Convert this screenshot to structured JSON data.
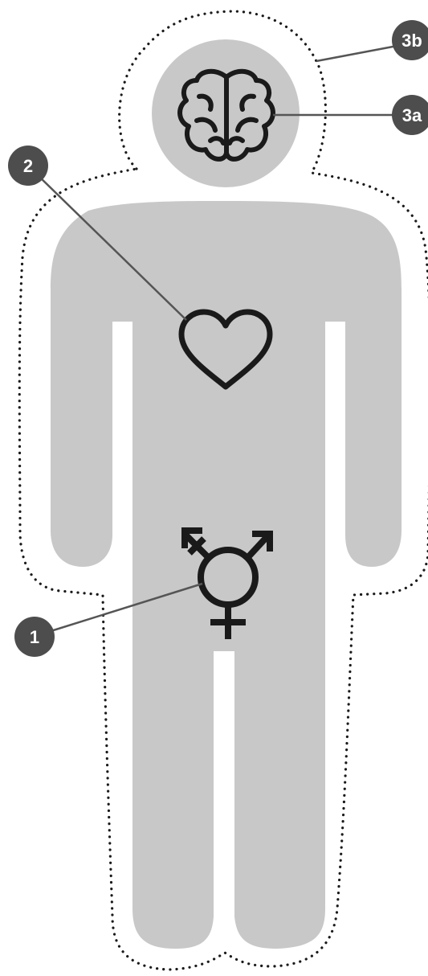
{
  "colors": {
    "body_fill": "#c8c8c8",
    "icon_stroke": "#1a1a1a",
    "badge_fill": "#4d4d4d",
    "badge_text": "#ffffff",
    "leader_line": "#555555",
    "outline_dots": "#1a1a1a",
    "background": "#ffffff"
  },
  "icons": {
    "brain": "brain-icon",
    "heart": "heart-icon",
    "gender": "transgender-symbol-icon"
  },
  "callouts": {
    "c1": {
      "label": "1"
    },
    "c2": {
      "label": "2"
    },
    "c3a": {
      "label": "3a"
    },
    "c3b": {
      "label": "3b"
    }
  }
}
